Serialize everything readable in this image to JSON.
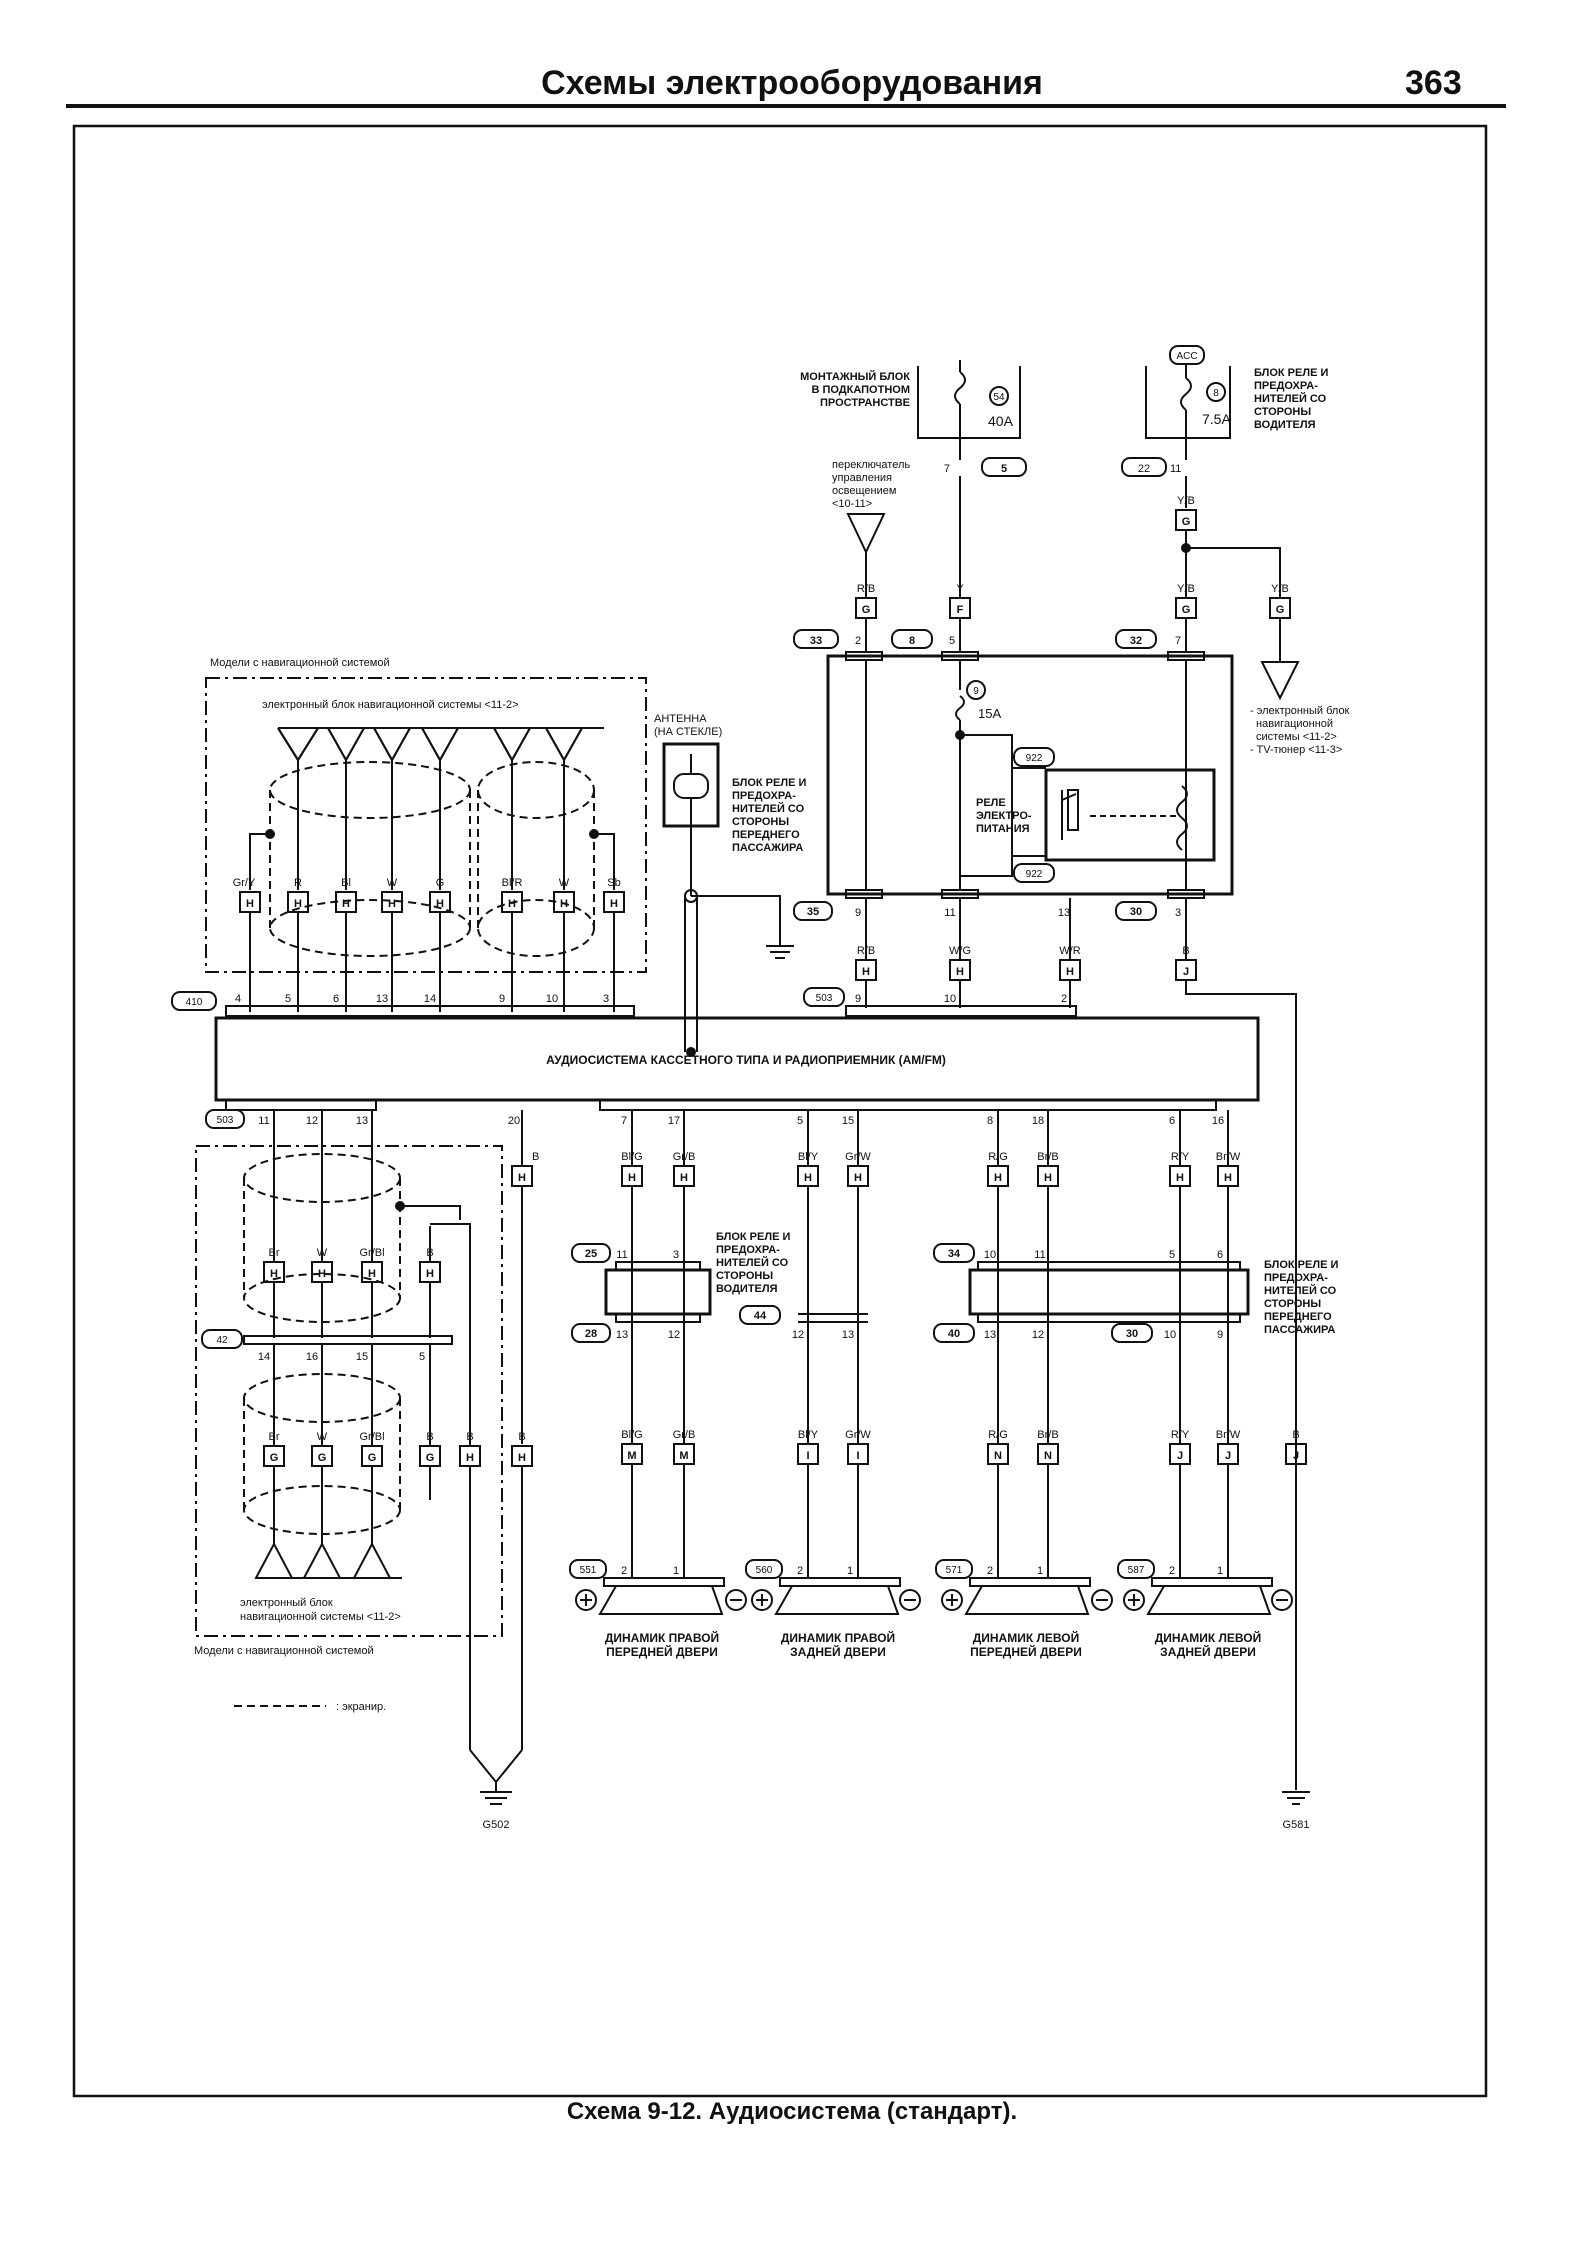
{
  "header": {
    "title": "Схемы электрооборудования",
    "page_number": "363"
  },
  "caption": "Схема 9-12. Аудиосистема (стандарт).",
  "top_fuses": {
    "engine_box_label": [
      "МОНТАЖНЫЙ БЛОК",
      "В ПОДКАПОТНОМ",
      "ПРОСТРАНСТВЕ"
    ],
    "fuse54_num": "54",
    "fuse54_rating": "40A",
    "conn5": "5",
    "pin7": "7",
    "acc_label": "ACC",
    "fuse8_num": "8",
    "fuse8_rating": "7.5A",
    "driver_box_label": [
      "БЛОК РЕЛЕ И",
      "ПРЕДОХРА-",
      "НИТЕЛЕЙ СО",
      "СТОРОНЫ",
      "ВОДИТЕЛЯ"
    ],
    "conn22": "22",
    "pin11": "11"
  },
  "light_switch": {
    "label": [
      "переключатель",
      "управления",
      "освещением",
      "<10-11>"
    ]
  },
  "wires_top": {
    "rb": "R/B",
    "y": "Y",
    "yb1": "Y/B",
    "yb2": "Y/B",
    "yb3": "Y/B",
    "g1": "G",
    "g2": "G",
    "g3": "G",
    "f": "F"
  },
  "nav_target": {
    "label": [
      "- электронный блок",
      "навигационной",
      "системы <11-2>",
      "- TV-тюнер <11-3>"
    ]
  },
  "relay_block": {
    "c33": "33",
    "p2": "2",
    "c8": "8",
    "p5": "5",
    "c32": "32",
    "p7": "7",
    "fuse9_num": "9",
    "fuse9_rating": "15A",
    "c922a": "922",
    "c922b": "922",
    "relay_label": [
      "РЕЛЕ",
      "ЭЛЕКТРО-",
      "ПИТАНИЯ"
    ],
    "c35": "35",
    "p9": "9",
    "p11": "11",
    "p13": "13",
    "c30": "30",
    "p3": "3"
  },
  "mid_wires": {
    "rb": "R/B",
    "wg": "W/G",
    "wr": "W/R",
    "b": "B",
    "h1": "H",
    "h2": "H",
    "h3": "H",
    "j": "J",
    "c503": "503",
    "p9": "9",
    "p10": "10",
    "p2": "2"
  },
  "nav_module": {
    "title": "Модели с навигационной системой",
    "unit_label": "электронный блок навигационной системы <11-2>",
    "wires": [
      "Gr/Y",
      "R",
      "Bl",
      "W",
      "G",
      "Bl/R",
      "W",
      "Sb"
    ],
    "conn": [
      "H",
      "H",
      "H",
      "H",
      "H",
      "H",
      "H",
      "H"
    ],
    "c410": "410",
    "pins": [
      "4",
      "5",
      "6",
      "13",
      "14",
      "9",
      "10",
      "3"
    ]
  },
  "antenna": {
    "label": [
      "АНТЕННА",
      "(НА СТЕКЛЕ)"
    ],
    "pass_box_label": [
      "БЛОК РЕЛЕ И",
      "ПРЕДОХРА-",
      "НИТЕЛЕЙ СО",
      "СТОРОНЫ",
      "ПЕРЕДНЕГО",
      "ПАССАЖИРА"
    ]
  },
  "audio_unit": {
    "label": "АУДИОСИСТЕМА КАССЕТНОГО ТИПА И РАДИОПРИЕМНИК (AM/FM)"
  },
  "audio_bottom": {
    "c503": "503",
    "pins": [
      "11",
      "12",
      "13",
      "20",
      "7",
      "17",
      "5",
      "15",
      "8",
      "18",
      "6",
      "16"
    ]
  },
  "lower_nav": {
    "b1": "B",
    "h1": "H",
    "wires_a": [
      "Br",
      "W",
      "Gr/Bl",
      "B"
    ],
    "conn_a": [
      "H",
      "H",
      "H",
      "H"
    ],
    "c42": "42",
    "pins_42": [
      "14",
      "16",
      "15",
      "5"
    ],
    "wires_b": [
      "Br",
      "W",
      "Gr/Bl",
      "B",
      "B",
      "B"
    ],
    "conn_b": [
      "G",
      "G",
      "G",
      "G",
      "H",
      "H"
    ],
    "unit_label": [
      "электронный блок",
      "навигационной системы <11-2>"
    ],
    "title": "Модели с навигационной системой",
    "legend": ": экранир."
  },
  "door_wires_top": {
    "wires": [
      "Bl/G",
      "Gr/B",
      "Bl/Y",
      "Gr/W",
      "R/G",
      "Br/B",
      "R/Y",
      "Br/W"
    ],
    "conn": [
      "H",
      "H",
      "H",
      "H",
      "H",
      "H",
      "H",
      "H"
    ]
  },
  "driver_relay_box": {
    "c25": "25",
    "p11": "11",
    "p3": "3",
    "c28": "28",
    "p13": "13",
    "p12": "12",
    "c44": "44",
    "p12b": "12",
    "p13b": "13",
    "label": [
      "БЛОК РЕЛЕ И",
      "ПРЕДОХРА-",
      "НИТЕЛЕЙ СО",
      "СТОРОНЫ",
      "ВОДИТЕЛЯ"
    ]
  },
  "pass_relay_box": {
    "c34": "34",
    "p10": "10",
    "p11": "11",
    "p5": "5",
    "p6": "6",
    "c40": "40",
    "p13": "13",
    "p12": "12",
    "c30": "30",
    "p10b": "10",
    "p9": "9",
    "label": [
      "БЛОК РЕЛЕ И",
      "ПРЕДОХРА-",
      "НИТЕЛЕЙ СО",
      "СТОРОНЫ",
      "ПЕРЕДНЕГО",
      "ПАССАЖИРА"
    ]
  },
  "door_wires_bottom": {
    "wires": [
      "Bl/G",
      "Gr/B",
      "Bl/Y",
      "Gr/W",
      "R/G",
      "Br/B",
      "R/Y",
      "Br/W",
      "B"
    ],
    "conn": [
      "M",
      "M",
      "I",
      "I",
      "N",
      "N",
      "J",
      "J",
      "J"
    ]
  },
  "speakers": [
    {
      "conn": "551",
      "p2": "2",
      "p1": "1",
      "label": [
        "ДИНАМИК ПРАВОЙ",
        "ПЕРЕДНЕЙ ДВЕРИ"
      ]
    },
    {
      "conn": "560",
      "p2": "2",
      "p1": "1",
      "label": [
        "ДИНАМИК ПРАВОЙ",
        "ЗАДНЕЙ ДВЕРИ"
      ]
    },
    {
      "conn": "571",
      "p2": "2",
      "p1": "1",
      "label": [
        "ДИНАМИК ЛЕВОЙ",
        "ПЕРЕДНЕЙ ДВЕРИ"
      ]
    },
    {
      "conn": "587",
      "p2": "2",
      "p1": "1",
      "label": [
        "ДИНАМИК ЛЕВОЙ",
        "ЗАДНЕЙ ДВЕРИ"
      ]
    }
  ],
  "grounds": {
    "g502": "G502",
    "g581": "G581"
  }
}
